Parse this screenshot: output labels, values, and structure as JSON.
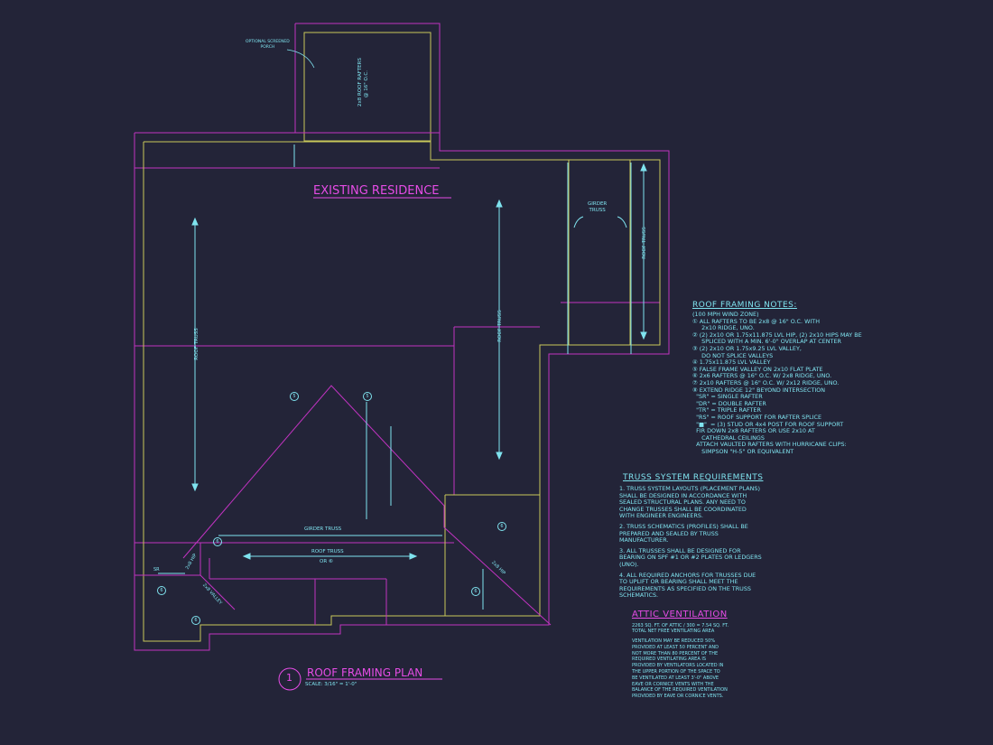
{
  "drawing": {
    "existing_residence": "EXISTING RESIDENCE",
    "title_number": "1",
    "title": "ROOF FRAMING PLAN",
    "scale": "SCALE: 3/16\" = 1'-0\"",
    "porch_label_1": "OPTIONAL SCREENED",
    "porch_label_2": "PORCH",
    "porch_rafters_1": "2x8 ROOF RAFTERS",
    "porch_rafters_2": "@ 16\" O.C.",
    "girder_truss_top_1": "GIRDER",
    "girder_truss_top_2": "TRUSS",
    "roof_truss_right": "ROOF TRUSS",
    "roof_truss_left": "ROOF TRUSS",
    "roof_truss_mid": "ROOF TRUSS",
    "girder_truss_bottom": "GIRDER TRUSS",
    "roof_truss_h": "ROOF TRUSS",
    "or_6": "OR ⑥",
    "sr": "SR",
    "hip_left": "2x8 HIP",
    "valley": "2x8 VALLEY",
    "hip_right": "2x8 HIP",
    "callout_5": "5",
    "callout_6": "6"
  },
  "roof_notes": {
    "title": "ROOF FRAMING NOTES:",
    "lines": [
      "(100 MPH WIND ZONE)",
      "① ALL RAFTERS TO BE 2x8 @ 16\" O.C. WITH",
      "     2x10 RIDGE, UNO.",
      "② (2) 2x10 OR 1.75x11.875 LVL HIP, (2) 2x10 HIPS MAY BE",
      "     SPLICED WITH A MIN. 6'-0\" OVERLAP AT CENTER",
      "③ (2) 2x10 OR 1.75x9.25 LVL VALLEY,",
      "     DO NOT SPLICE VALLEYS",
      "④ 1.75x11.875 LVL VALLEY",
      "⑤ FALSE FRAME VALLEY ON 2x10 FLAT PLATE",
      "⑥ 2x6 RAFTERS @ 16\" O.C. W/ 2x8 RIDGE, UNO.",
      "⑦ 2x10 RAFTERS @ 16\" O.C. W/ 2x12 RIDGE, UNO.",
      "⑧ EXTEND RIDGE 12\" BEYOND INTERSECTION",
      "  \"SR\" = SINGLE RAFTER",
      "  \"DR\" = DOUBLE RAFTER",
      "  \"TR\" = TRIPLE RAFTER",
      "  \"RS\" = ROOF SUPPORT FOR RAFTER SPLICE",
      "  \"■\"  = (3) STUD OR 4x4 POST FOR ROOF SUPPORT",
      "  FIR DOWN 2x8 RAFTERS OR USE 2x10 AT",
      "     CATHEDRAL CEILINGS",
      "  ATTACH VAULTED RAFTERS WITH HURRICANE CLIPS:",
      "     SIMPSON \"H-5\" OR EQUIVALENT"
    ]
  },
  "truss_notes": {
    "title": "TRUSS SYSTEM REQUIREMENTS",
    "lines": [
      "1. TRUSS SYSTEM LAYOUTS (PLACEMENT PLANS)",
      "SHALL BE DESIGNED IN ACCORDANCE WITH",
      "SEALED STRUCTURAL PLANS. ANY NEED TO",
      "CHANGE TRUSSES SHALL BE COORDINATED",
      "WITH ENGINEER ENGINEERS.",
      "",
      "2. TRUSS SCHEMATICS (PROFILES) SHALL BE",
      "PREPARED AND SEALED BY TRUSS",
      "MANUFACTURER.",
      "",
      "3. ALL TRUSSES SHALL BE DESIGNED FOR",
      "BEARING ON SPF #1 OR #2 PLATES OR LEDGERS",
      "(UNO).",
      "",
      "4. ALL REQUIRED ANCHORS FOR TRUSSES DUE",
      "TO UPLIFT OR BEARING SHALL MEET THE",
      "REQUIREMENTS AS SPECIFIED ON THE TRUSS",
      "SCHEMATICS."
    ]
  },
  "attic": {
    "title": "ATTIC VENTILATION",
    "summary_1": "2263 SQ. FT. OF ATTIC / 300 = 7.54 SQ. FT.",
    "summary_2": "TOTAL NET FREE VENTILATING AREA",
    "lines": [
      "VENTILATION MAY BE REDUCED 50%",
      "PROVIDED AT LEAST 50 PERCENT AND",
      "NOT MORE THAN 80 PERCENT OF THE",
      "REQUIRED VENTILATING AREA IS",
      "PROVIDED BY VENTILATORS LOCATED IN",
      "THE UPPER PORTION OF THE SPACE TO",
      "BE VENTILATED AT LEAST 3'-0\" ABOVE",
      "EAVE OR CORNICE VENTS WITH THE",
      "BALANCE OF THE REQUIRED VENTILATION",
      "PROVIDED BY EAVE OR CORNICE VENTS."
    ]
  },
  "colors": {
    "background": "#232438",
    "magenta": "#c033c0",
    "yellow": "#c8c85a",
    "cyan": "#7fe3ef"
  }
}
